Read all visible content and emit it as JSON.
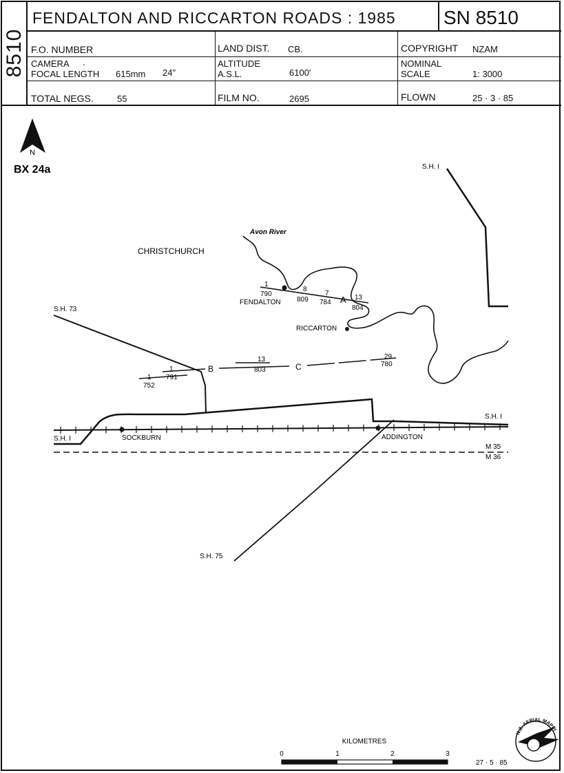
{
  "sheet": {
    "side_number": "8510",
    "title": "FENDALTON AND RICCARTON  ROADS : 1985",
    "sn": "SN 8510",
    "fo_number_label": "F.O. NUMBER",
    "land_dist_label": "LAND DIST.",
    "land_dist_value": "CB.",
    "copyright_label": "COPYRIGHT",
    "copyright_value": "NZAM",
    "camera_label": "CAMERA",
    "camera_dot": ".",
    "focal_label": "FOCAL LENGTH",
    "focal_mm": "615mm",
    "focal_in": "24\"",
    "altitude_label": "ALTITUDE",
    "asl_label": "A.S.L.",
    "altitude_value": "6100'",
    "nominal_label": "NOMINAL",
    "scale_label": "SCALE",
    "scale_value": "1: 3000",
    "total_negs_label": "TOTAL NEGS.",
    "total_negs_value": "55",
    "film_label": "FILM NO.",
    "film_value": "2695",
    "flown_label": "FLOWN",
    "flown_value": "25 · 3 · 85"
  },
  "map": {
    "north_letter": "N",
    "ref_code": "BX 24a",
    "labels": {
      "sh1_north": "S.H. I",
      "avon_river": "Avon River",
      "christchurch": "CHRISTCHURCH",
      "sh73": "S.H. 73",
      "fendalton": "FENDALTON",
      "riccarton": "RICCARTON",
      "sh1_right": "S.H. I",
      "sh1_left": "S.H. I",
      "sockburn": "SOCKBURN",
      "addington": "ADDINGTON",
      "m35": "M 35",
      "m36": "M 36",
      "sh75": "S.H. 75"
    },
    "run_a": {
      "letter": "A",
      "start_top": "1",
      "start_bottom": "790",
      "mid1_top": "8",
      "mid1_bottom": "809",
      "mid2_top": "7",
      "mid2_bottom": "784",
      "end_top": "13",
      "end_bottom": "804"
    },
    "run_b": {
      "letter": "B",
      "start_top": "1",
      "start_bottom": "752",
      "mid_top": "1",
      "mid_bottom": "791",
      "end_top": "13",
      "end_bottom": "803"
    },
    "run_c": {
      "letter": "C",
      "end_top": "29",
      "end_bottom": "780"
    }
  },
  "scale_bar": {
    "title": "KILOMETRES",
    "ticks": [
      "0",
      "1",
      "2",
      "3"
    ]
  },
  "footer": {
    "date": "27 · 5 · 85",
    "logo_text": "N.Z. AERIAL MAPPING LTD"
  }
}
